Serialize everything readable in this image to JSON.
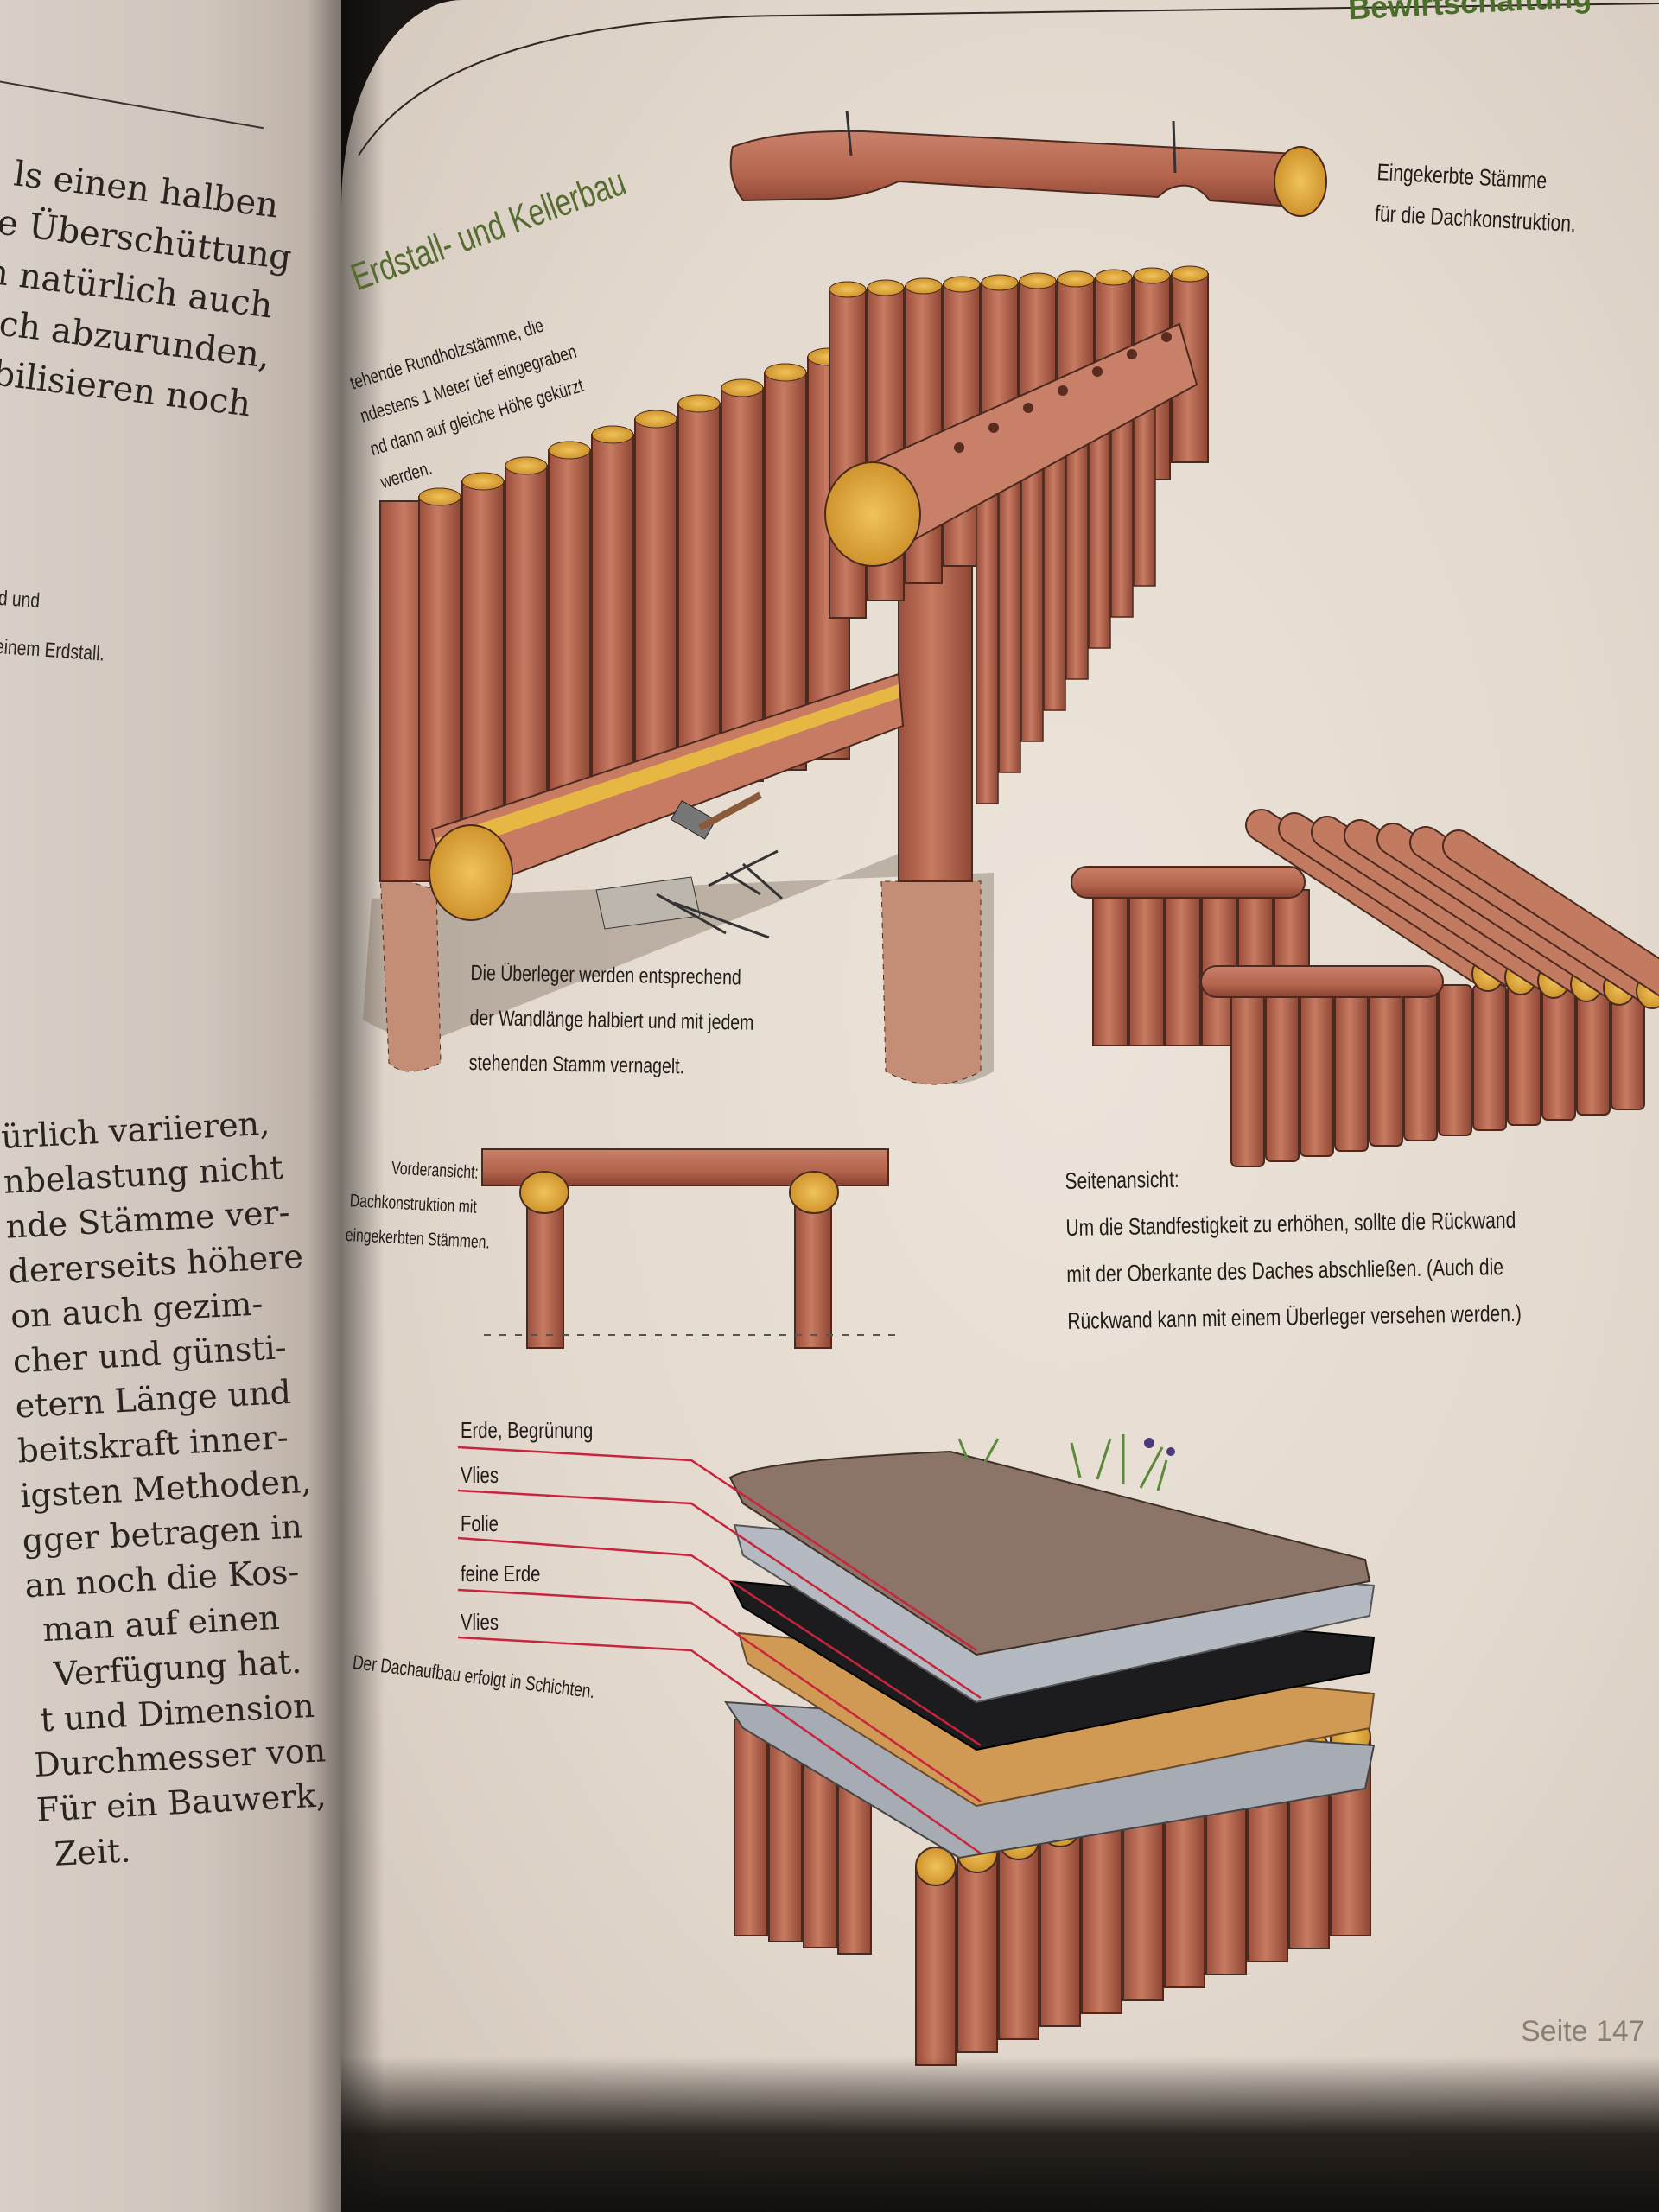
{
  "header": {
    "running_head": "Bewirtschaftung"
  },
  "left_page": {
    "top_lines": [
      "ls einen halben",
      "e Überschüttung",
      "n natürlich auch",
      "och abzurunden,",
      "abilisieren noch"
    ],
    "caption_lines": [
      "d und",
      "einem Erdstall."
    ],
    "bottom_lines": [
      "ürlich variieren,",
      "nbelastung nicht",
      "nde Stämme ver-",
      "dererseits höhere",
      "on auch gezim-",
      "cher und günsti-",
      "etern Länge und",
      "beitskraft inner-",
      "igsten Methoden,",
      "gger betragen in",
      "an noch die Kos-",
      "man auf einen",
      "Verfügung hat.",
      "t und Dimension",
      "Durchmesser von",
      "Für ein Bauwerk,",
      "Zeit."
    ]
  },
  "right_page": {
    "section_title": "Erdstall- und Kellerbau",
    "caption_notched": [
      "Eingekerbte Stämme",
      "für die Dachkonstruktion."
    ],
    "caption_upright": [
      "tehende Rundholzstämme, die",
      "ndestens 1 Meter tief eingegraben",
      "nd dann auf gleiche Höhe gekürzt",
      "werden."
    ],
    "caption_crossbeam": [
      "Die Überleger werden entsprechend",
      "der Wandlänge halbiert und mit jedem",
      "stehenden Stamm vernagelt."
    ],
    "caption_front": [
      "Vorderansicht:",
      "Dachkonstruktion mit",
      "eingekerbten Stämmen."
    ],
    "caption_side": [
      "Seitenansicht:",
      "Um die Standfestigkeit zu erhöhen, sollte die Rückwand",
      "mit der Oberkante des Daches abschließen. (Auch die",
      "Rückwand kann mit einem Überleger versehen werden.)"
    ],
    "layers": [
      "Erde, Begrünung",
      "Vlies",
      "Folie",
      "feine Erde",
      "Vlies"
    ],
    "caption_layers": "Der Dachaufbau erfolgt in Schichten.",
    "page_number": "Seite 147"
  },
  "colors": {
    "page": "#e8dfd4",
    "wood": "#b86a52",
    "wood_end": "#e2a83a",
    "title_green": "#556b2f",
    "leader_red": "#c8243c",
    "text": "#211c18"
  }
}
